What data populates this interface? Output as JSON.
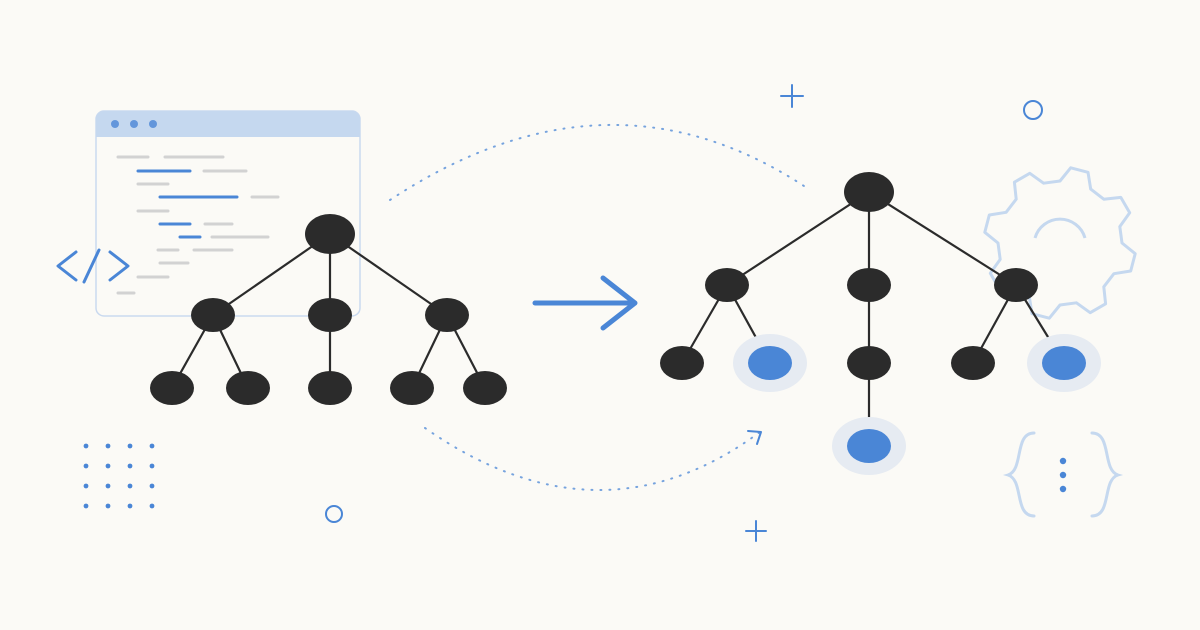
{
  "colors": {
    "background": "#fbfaf6",
    "node": "#2b2b2b",
    "edge": "#2b2b2b",
    "accent": "#4a86d6",
    "accent_light": "#c5d8ef",
    "halo": "#e6ebf2",
    "code_gray": "#d2d2d2",
    "window_border": "#c9d9ef"
  },
  "icons": {
    "code": "code-brackets-icon",
    "gear": "gear-icon",
    "braces": "curly-braces-icon",
    "arrow": "arrow-right-icon"
  },
  "tree_before": {
    "root": "r",
    "nodes": [
      {
        "id": "r",
        "parent": null,
        "highlight": false
      },
      {
        "id": "a",
        "parent": "r",
        "highlight": false
      },
      {
        "id": "b",
        "parent": "r",
        "highlight": false
      },
      {
        "id": "c",
        "parent": "r",
        "highlight": false
      },
      {
        "id": "a1",
        "parent": "a",
        "highlight": false
      },
      {
        "id": "a2",
        "parent": "a",
        "highlight": false
      },
      {
        "id": "b1",
        "parent": "b",
        "highlight": false
      },
      {
        "id": "c1",
        "parent": "c",
        "highlight": false
      },
      {
        "id": "c2",
        "parent": "c",
        "highlight": false
      }
    ]
  },
  "tree_after": {
    "root": "r",
    "nodes": [
      {
        "id": "r",
        "parent": null,
        "highlight": false
      },
      {
        "id": "a",
        "parent": "r",
        "highlight": false
      },
      {
        "id": "b",
        "parent": "r",
        "highlight": false
      },
      {
        "id": "c",
        "parent": "r",
        "highlight": false
      },
      {
        "id": "a1",
        "parent": "a",
        "highlight": false
      },
      {
        "id": "a2",
        "parent": "a",
        "highlight": true
      },
      {
        "id": "b1",
        "parent": "b",
        "highlight": false
      },
      {
        "id": "b2",
        "parent": "b1",
        "highlight": true
      },
      {
        "id": "c1",
        "parent": "c",
        "highlight": false
      },
      {
        "id": "c2",
        "parent": "c",
        "highlight": true
      }
    ]
  }
}
